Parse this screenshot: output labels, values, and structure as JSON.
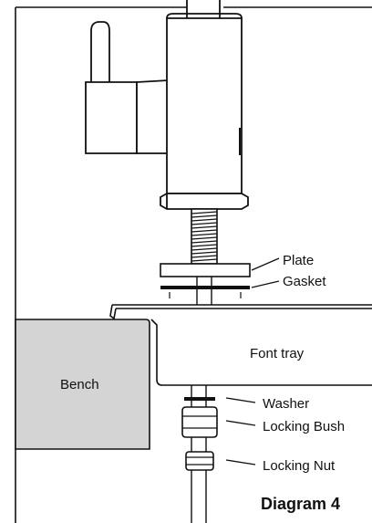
{
  "diagram": {
    "title": "Diagram 4",
    "labels": {
      "plate": "Plate",
      "gasket": "Gasket",
      "bench": "Bench",
      "font_tray": "Font tray",
      "washer": "Washer",
      "locking_bush": "Locking Bush",
      "locking_nut": "Locking Nut"
    },
    "colors": {
      "line": "#111111",
      "bench_fill": "#d4d4d4",
      "background": "#ffffff"
    }
  }
}
